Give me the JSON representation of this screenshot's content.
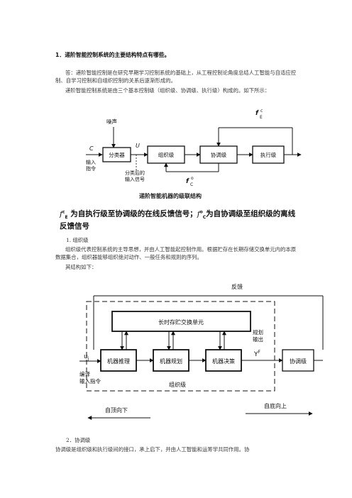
{
  "question": {
    "title": "1．递阶智能控制系统的主要结构特点有哪些。"
  },
  "answer": {
    "p1": "答：递阶智能控制是在研究早期学习控制系统的基础上，从工程控制论角度总结人工智能与自适应控制、自学习控制和自组织控制的关系后逐渐形成的。",
    "p2": "递阶智能控制系统是由三个基本控制级（组织级、协调级、执行级）构成的。如下所示："
  },
  "diagram1": {
    "noise": "噪声",
    "input_c": "C",
    "input_label_1": "输入",
    "input_label_2": "指令",
    "classifier": "分类器",
    "u_label": "U",
    "organization": "组织级",
    "coordination": "协调级",
    "execution": "执行级",
    "after_class_1": "分类后的",
    "after_class_2": "输入信号",
    "fe_label": "f",
    "fe_sup": "c",
    "fe_sub": "E",
    "fc_label": "f",
    "fc_sup": "o",
    "fc_sub": "C",
    "caption": "递阶智能机器的级联结构"
  },
  "formula": {
    "part1": "为自执行级至协调级的在线反馈信号；",
    "part2": "为自协调级至组织级的离线反馈信号"
  },
  "section1": {
    "heading": "1. 组织级",
    "p1": "组织级代表控制系统的主导思想，并由人工智能起控制作用。根据贮存在长期存储交换单元内的本原数据集合，组织器能够组织绝对动作、一般任务和规则的序列。",
    "p2": "其结构如下："
  },
  "diagram2": {
    "feedback": "反馈",
    "memory": "长时存贮交换单元",
    "plan_out_1": "规划",
    "plan_out_2": "输出",
    "uj": "u",
    "uj_sub": "j",
    "encode_1": "编译",
    "encode_2": "输入指令",
    "reasoning": "机器推理",
    "planning": "机器规划",
    "decision": "机器决策",
    "yf": "Y",
    "yf_sup": "F",
    "coordination": "协调级",
    "org_label": "组织级",
    "top_down": "自顶向下",
    "bottom_up": "自底向上"
  },
  "section2": {
    "heading": "2．协调级",
    "p1": "协调级是组织级和执行级间的接口，承上启下，并由人工智能和运筹学共同作用。协"
  }
}
